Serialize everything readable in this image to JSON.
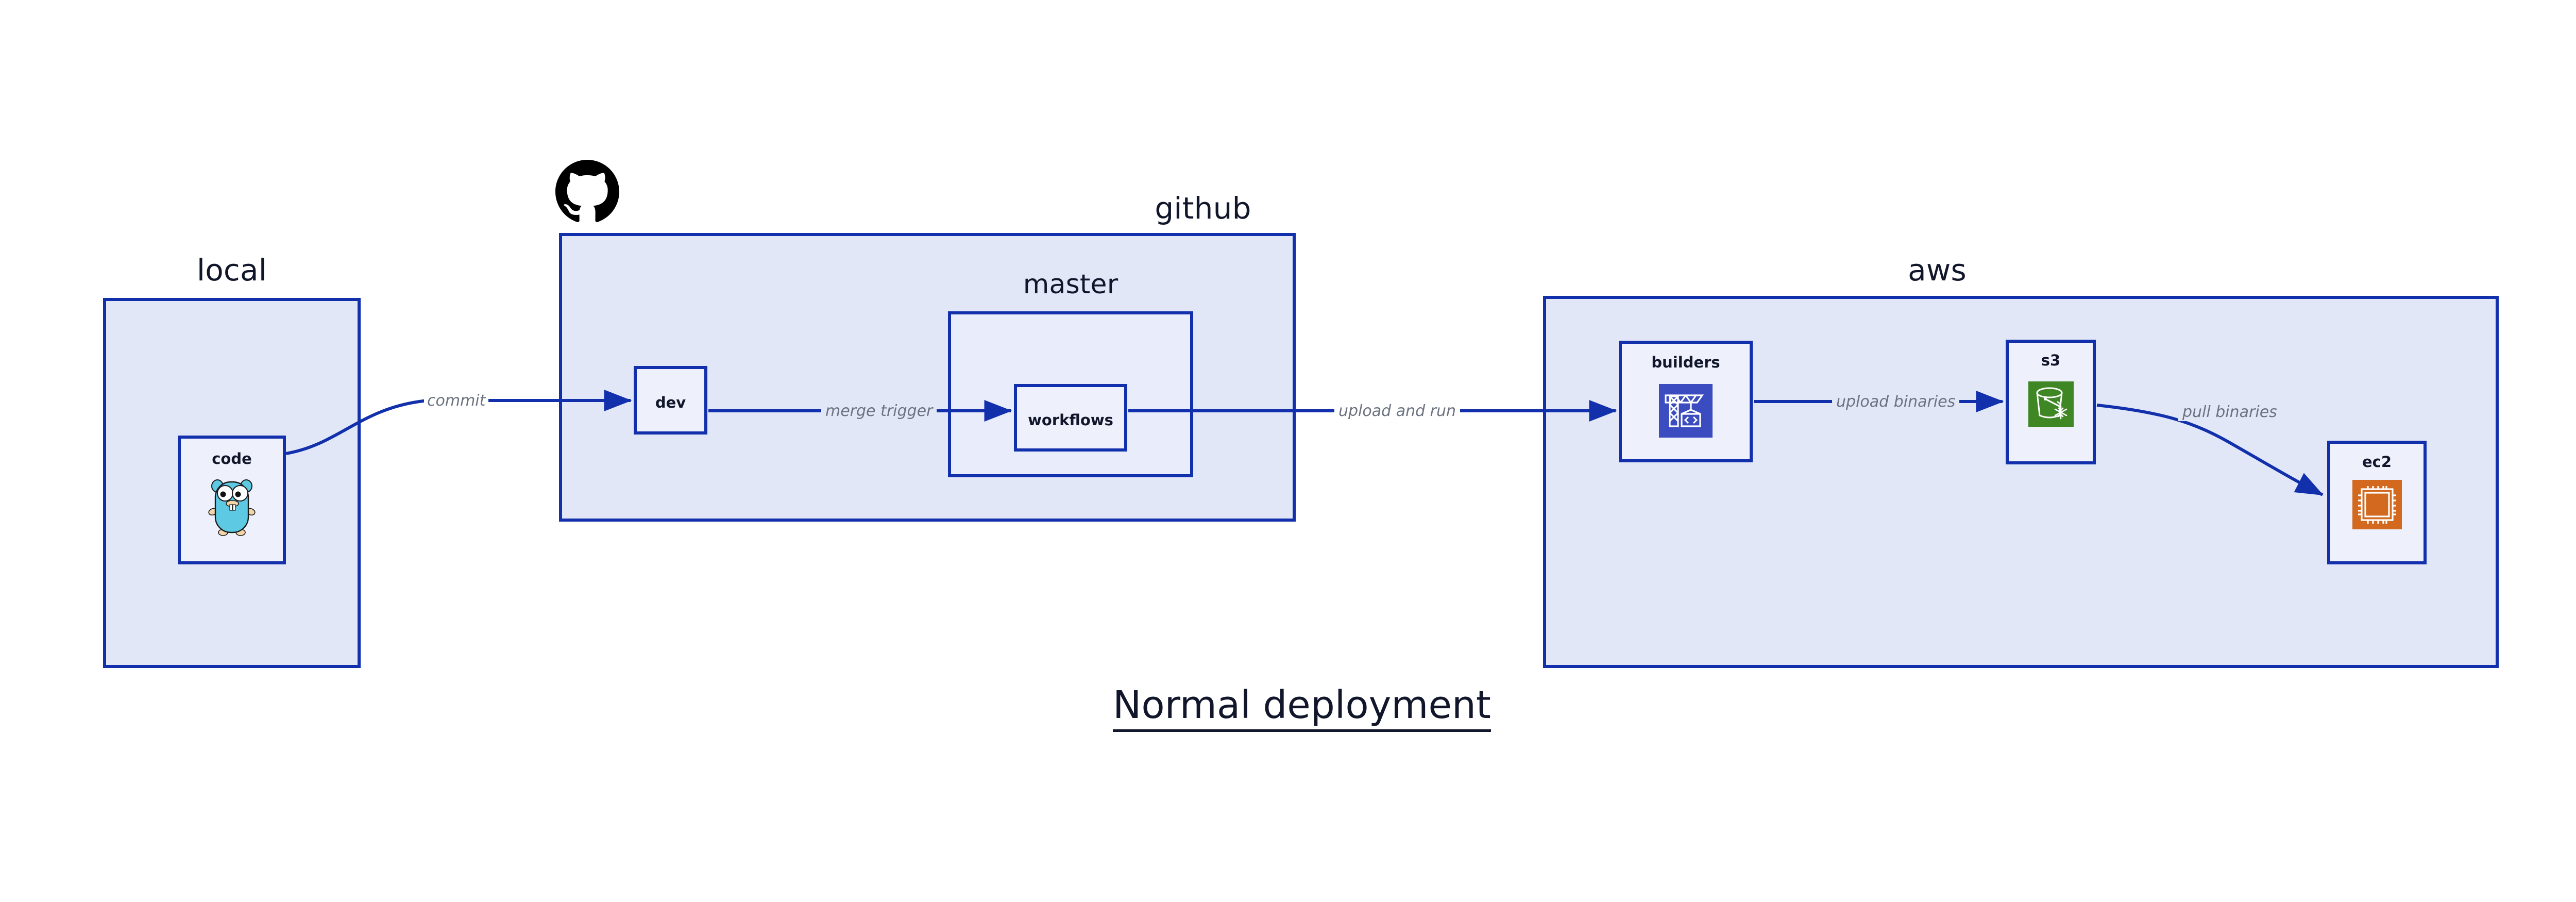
{
  "diagram": {
    "title": "Normal deployment",
    "accent_color": "#1230ac",
    "group_fill": "#e2e7f8",
    "node_fill": "#eef1fc",
    "label_color": "#6b7280"
  },
  "groups": [
    {
      "id": "local",
      "label": "local"
    },
    {
      "id": "github",
      "label": "github"
    },
    {
      "id": "aws",
      "label": "aws"
    }
  ],
  "subgroups": [
    {
      "id": "master",
      "label": "master",
      "parent": "github"
    }
  ],
  "nodes": [
    {
      "id": "code",
      "label": "code",
      "icon": "go-gopher-icon",
      "parent": "local"
    },
    {
      "id": "dev",
      "label": "dev",
      "icon": "none",
      "parent": "github"
    },
    {
      "id": "workflows",
      "label": "workflows",
      "icon": "none",
      "parent": "master"
    },
    {
      "id": "builders",
      "label": "builders",
      "icon": "aws-codebuild-icon",
      "parent": "aws"
    },
    {
      "id": "s3",
      "label": "s3",
      "icon": "aws-s3-glacier-icon",
      "parent": "aws"
    },
    {
      "id": "ec2",
      "label": "ec2",
      "icon": "aws-ec2-icon",
      "parent": "aws"
    }
  ],
  "edges": [
    {
      "id": "commit",
      "label": "commit",
      "from": "code",
      "to": "dev"
    },
    {
      "id": "merge-trigger",
      "label": "merge trigger",
      "from": "dev",
      "to": "workflows"
    },
    {
      "id": "upload-and-run",
      "label": "upload and run",
      "from": "workflows",
      "to": "builders"
    },
    {
      "id": "upload-binaries",
      "label": "upload binaries",
      "from": "builders",
      "to": "s3"
    },
    {
      "id": "pull-binaries",
      "label": "pull binaries",
      "from": "s3",
      "to": "ec2"
    }
  ],
  "logos": [
    {
      "id": "github-logo",
      "name": "github-octocat-icon",
      "color": "#000000"
    }
  ],
  "icon_colors": {
    "codebuild_bg": "#3b4cc0",
    "s3_bg": "#3f8624",
    "ec2_bg": "#d2691e",
    "gopher_body": "#5dc9e2",
    "gopher_paw": "#f5d5a8"
  }
}
